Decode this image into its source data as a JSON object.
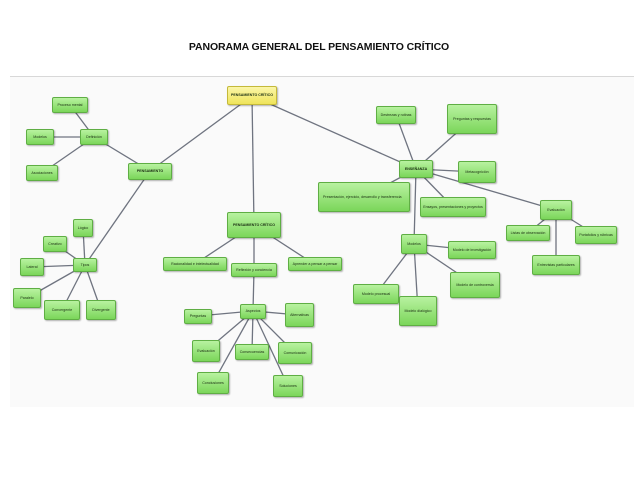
{
  "title": "PANORAMA GENERAL DEL PENSAMIENTO CRÍTICO",
  "nodes": {
    "root": "PENSAMIENTO CRÍTICO",
    "pensamiento": "PENSAMIENTO",
    "definicion": "Definición",
    "proceso_mental": "Proceso mental",
    "modelos_def": "Modelos",
    "asociaciones": "Asociaciones",
    "tipos": "Tipos",
    "logico": "Lógico",
    "creativo": "Creativo",
    "lateral": "Lateral",
    "paralelo": "Paralelo",
    "convergente": "Convergente",
    "divergente": "Divergente",
    "pc_central": "PENSAMIENTO CRÍTICO",
    "racionalidad": "Racionalidad e intelectualidad",
    "reflexion": "Reflexión y conciencia",
    "aprender": "Aprender a pensar a pensar",
    "aspectos": "Aspectos",
    "preguntas": "Preguntas",
    "alternativas": "Alternativas",
    "evaluacion_asp": "Evaluación",
    "consecuencias": "Consecuencias",
    "comunicacion": "Comunicación",
    "conclusiones": "Conclusiones",
    "soluciones": "Soluciones",
    "ensenanza": "ENSEÑANZA",
    "destrezas": "Destrezas y rutinas",
    "preguntas_resp": "Preguntas y respuestas",
    "metacognicion": "Metacognición",
    "presentacion": "Presentación, ejercicio, desarrollo y transferencia",
    "ensayos": "Ensayos, presentaciones y proyectos",
    "modelos_ens": "Modelos",
    "modelo_investigacion": "Modelo de investigación",
    "modelo_controversia": "Modelo de controversia",
    "modelo_procesual": "Modelo procesual",
    "modelo_dialogico": "Modelo dialógico",
    "evaluacion_ens": "Evaluación",
    "listas_observacion": "Listas de observación",
    "portafolios": "Portafolios y rúbricas",
    "entrevistas": "Entrevistas particulares"
  },
  "colors": {
    "root_fill": "#efe45a",
    "node_fill": "#7bd65a",
    "link": "#6f7480"
  }
}
